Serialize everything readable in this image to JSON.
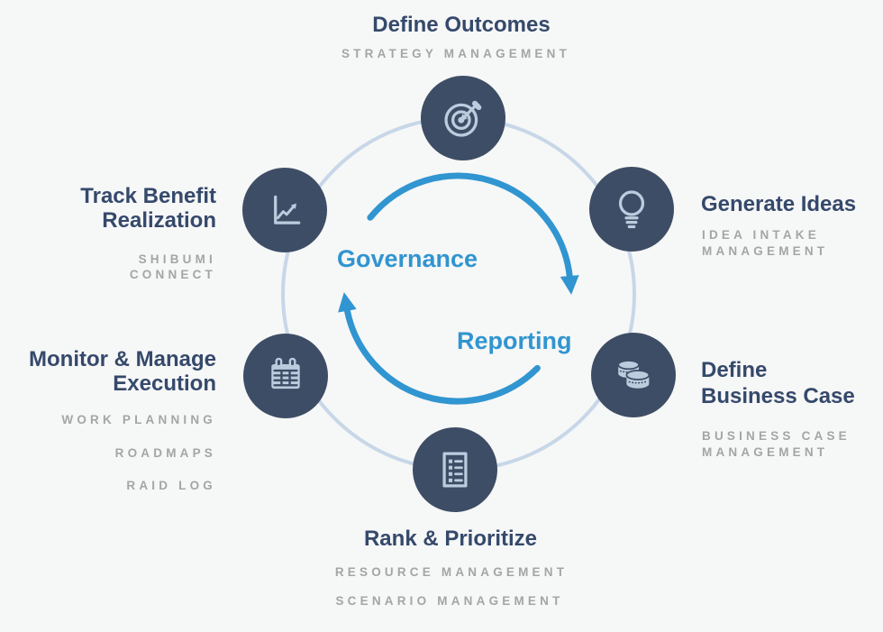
{
  "title": "Strategy execution cycle diagram",
  "colors": {
    "background": "#f6f7f7",
    "node": "#3d4d65",
    "icon": "#b9cdde",
    "ring": "#c7d7e8",
    "accent": "#3095d0",
    "heading": "#35496b",
    "subtext": "#a5a5a5"
  },
  "center": {
    "governance_label": "Governance",
    "reporting_label": "Reporting"
  },
  "stages": [
    {
      "name": "define-outcomes",
      "icon": "target-icon",
      "title_lines": [
        "Define Outcomes"
      ],
      "sub_lines": [
        "STRATEGY MANAGEMENT"
      ]
    },
    {
      "name": "generate-ideas",
      "icon": "lightbulb-icon",
      "title_lines": [
        "Generate Ideas"
      ],
      "sub_lines": [
        "IDEA INTAKE",
        "MANAGEMENT"
      ]
    },
    {
      "name": "define-business-case",
      "icon": "coins-icon",
      "title_lines": [
        "Define",
        "Business Case"
      ],
      "sub_lines": [
        "BUSINESS CASE",
        "MANAGEMENT"
      ]
    },
    {
      "name": "rank-prioritize",
      "icon": "checklist-icon",
      "title_lines": [
        "Rank & Prioritize"
      ],
      "sub_lines": [
        "RESOURCE MANAGEMENT",
        "SCENARIO MANAGEMENT"
      ]
    },
    {
      "name": "monitor-manage-execution",
      "icon": "calendar-icon",
      "title_lines": [
        "Monitor & Manage",
        "Execution"
      ],
      "sub_lines": [
        "WORK PLANNING",
        "ROADMAPS",
        "RAID LOG"
      ]
    },
    {
      "name": "track-benefit-realization",
      "icon": "chart-icon",
      "title_lines": [
        "Track Benefit",
        "Realization"
      ],
      "sub_lines": [
        "SHIBUMI",
        "CONNECT"
      ]
    }
  ]
}
